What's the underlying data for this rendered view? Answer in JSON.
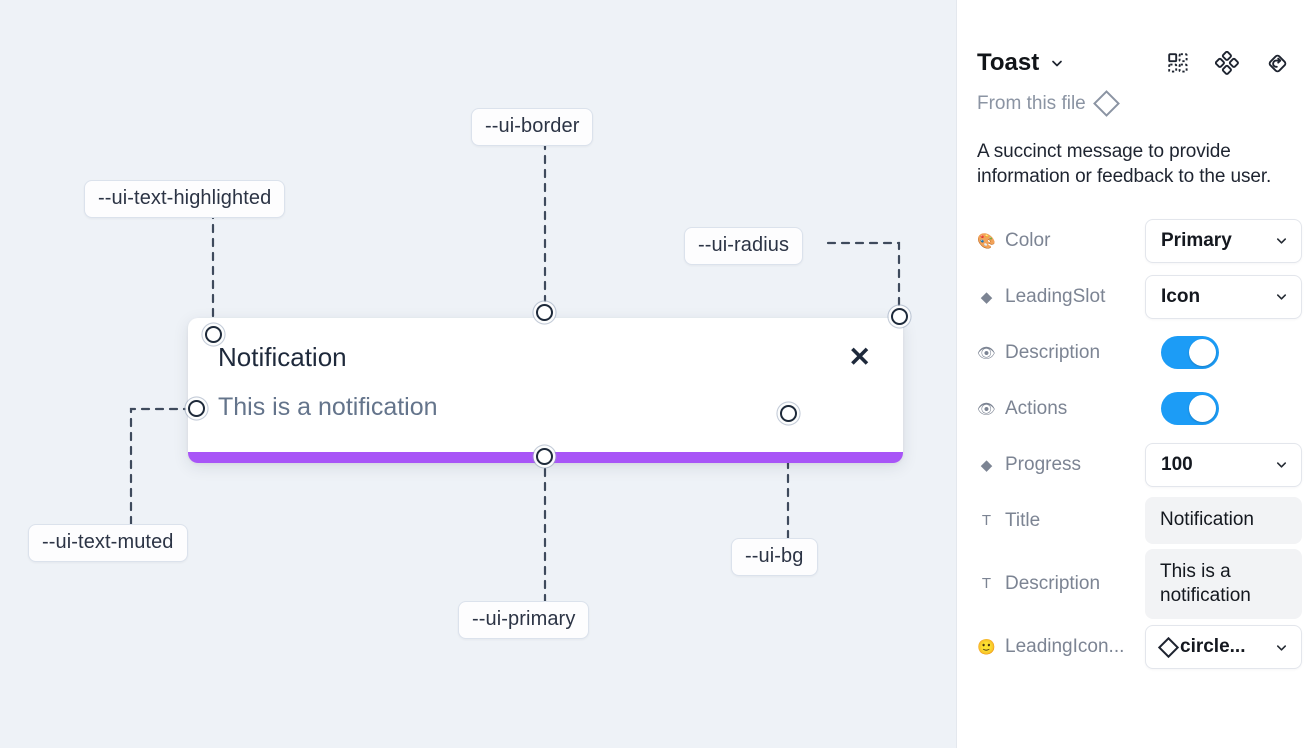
{
  "canvas": {
    "background_color": "#eef2f7",
    "tokens": [
      {
        "name": "--ui-text-highlighted"
      },
      {
        "name": "--ui-border"
      },
      {
        "name": "--ui-radius"
      },
      {
        "name": "--ui-text-muted"
      },
      {
        "name": "--ui-primary"
      },
      {
        "name": "--ui-bg"
      }
    ],
    "toast": {
      "title": "Notification",
      "description": "This is a notification",
      "close_icon": "close-x-icon",
      "progress_color": "#a855f7"
    }
  },
  "panel": {
    "title": "Toast",
    "title_chevron_icon": "chevron-down-icon",
    "header_icons": [
      {
        "name": "component-grid-icon"
      },
      {
        "name": "variants-icon"
      },
      {
        "name": "reset-instance-icon"
      }
    ],
    "from_file": {
      "label": "From this file",
      "icon": "diamond-icon"
    },
    "description": "A succinct message to provide information or feedback to the user.",
    "properties": [
      {
        "icon": "palette-emoji",
        "glyph": "🎨",
        "label": "Color",
        "type": "select",
        "value": "Primary"
      },
      {
        "icon": "diamond-filled-icon",
        "glyph": "◆",
        "label": "LeadingSlot",
        "type": "select",
        "value": "Icon"
      },
      {
        "icon": "eye-emoji",
        "glyph": "👁",
        "label": "Description",
        "type": "toggle",
        "value": "on"
      },
      {
        "icon": "eye-emoji",
        "glyph": "👁",
        "label": "Actions",
        "type": "toggle",
        "value": "on"
      },
      {
        "icon": "diamond-filled-icon",
        "glyph": "◆",
        "label": "Progress",
        "type": "select",
        "value": "100"
      },
      {
        "icon": "text-type-icon",
        "glyph": "T",
        "label": "Title",
        "type": "text",
        "value": "Notification"
      },
      {
        "icon": "text-type-icon",
        "glyph": "T",
        "label": "Description",
        "type": "text",
        "value": "This is a notification"
      },
      {
        "icon": "smiley-emoji",
        "glyph": "🙂",
        "label": "LeadingIcon...",
        "type": "icon-select",
        "value": "circle..."
      }
    ]
  }
}
